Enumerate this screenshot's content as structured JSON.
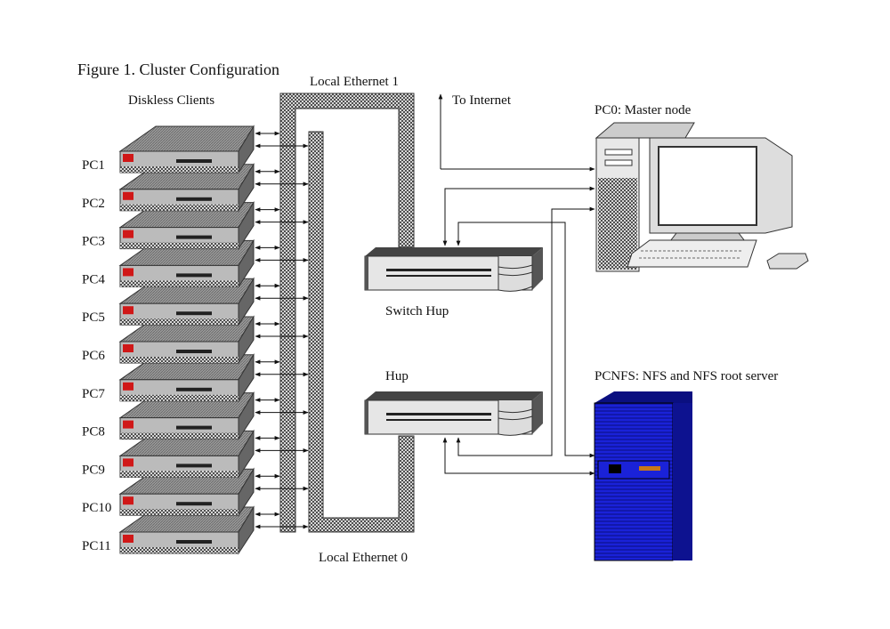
{
  "title": "Figure 1. Cluster Configuration",
  "labels": {
    "diskless_clients": "Diskless Clients",
    "local_ethernet_1": "Local Ethernet 1",
    "local_ethernet_0": "Local Ethernet 0",
    "to_internet": "To Internet",
    "switch_hub": "Switch Hup",
    "hub": "Hup",
    "master": "PC0: Master node",
    "nfs": "PCNFS: NFS and NFS root server"
  },
  "clients": [
    "PC1",
    "PC2",
    "PC3",
    "PC4",
    "PC5",
    "PC6",
    "PC7",
    "PC8",
    "PC9",
    "PC10",
    "PC11"
  ],
  "colors": {
    "server_blue": "#1a22d8",
    "client_red": "#d01818",
    "chassis_gray": "#9a9a9a"
  }
}
